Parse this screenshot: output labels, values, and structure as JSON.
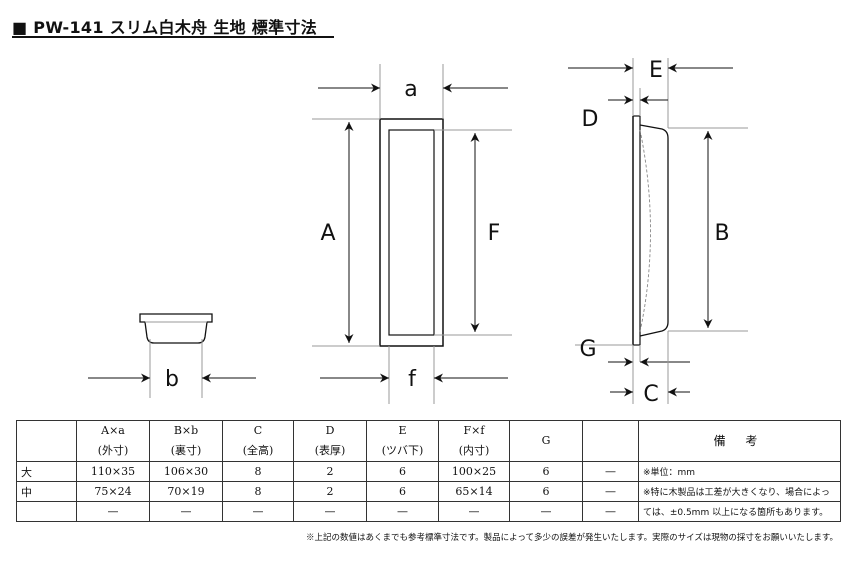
{
  "title": "■ PW-141 スリム白木舟 生地 標準寸法",
  "labels": {
    "a": "a",
    "A": "A",
    "F": "F",
    "f": "f",
    "b": "b",
    "E": "E",
    "D": "D",
    "B": "B",
    "G": "G",
    "C": "C"
  },
  "table": {
    "headers": [
      {
        "l1": "",
        "l2": ""
      },
      {
        "l1": "A×a",
        "l2": "(外寸)"
      },
      {
        "l1": "B×b",
        "l2": "(裏寸)"
      },
      {
        "l1": "C",
        "l2": "(全高)"
      },
      {
        "l1": "D",
        "l2": "(表厚)"
      },
      {
        "l1": "E",
        "l2": "(ツバ下)"
      },
      {
        "l1": "F×f",
        "l2": "(内寸)"
      },
      {
        "l1": "G",
        "l2": ""
      },
      {
        "l1": "",
        "l2": ""
      }
    ],
    "remarks_header": "備 考",
    "rows": [
      {
        "label": "大",
        "cells": [
          "110×35",
          "106×30",
          "8",
          "2",
          "6",
          "100×25",
          "6",
          "—"
        ]
      },
      {
        "label": "中",
        "cells": [
          "75×24",
          "70×19",
          "8",
          "2",
          "6",
          "65×14",
          "6",
          "—"
        ]
      },
      {
        "label": "",
        "cells": [
          "—",
          "—",
          "—",
          "—",
          "—",
          "—",
          "—",
          "—"
        ]
      }
    ],
    "remarks": {
      "unit": "※単位：mm",
      "note1": "※特に木製品は工差が大きくなり、場合によっ",
      "note2": "ては、±0.5mm 以上になる箇所もあります。"
    }
  },
  "footnote": "※上記の数値はあくまでも参考標準寸法です。製品によって多少の誤差が発生いたします。実際のサイズは現物の採寸をお願いいたします。"
}
